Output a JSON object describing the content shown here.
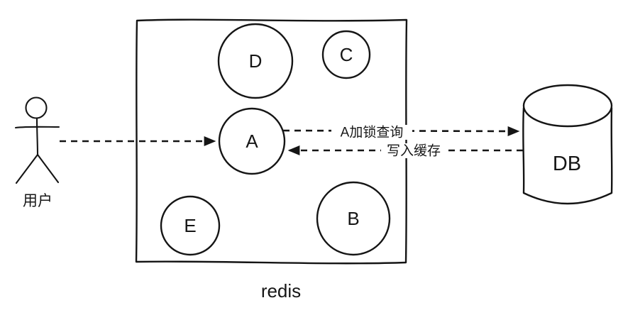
{
  "user": {
    "label": "用户"
  },
  "cache": {
    "label": "redis",
    "nodes": {
      "a": "A",
      "b": "B",
      "c": "C",
      "d": "D",
      "e": "E"
    }
  },
  "database": {
    "label": "DB"
  },
  "flows": {
    "lock_query": {
      "label": "A加锁查询"
    },
    "write_cache": {
      "label": "写入缓存"
    }
  },
  "colors": {
    "ink": "#151515",
    "background": "#ffffff"
  }
}
